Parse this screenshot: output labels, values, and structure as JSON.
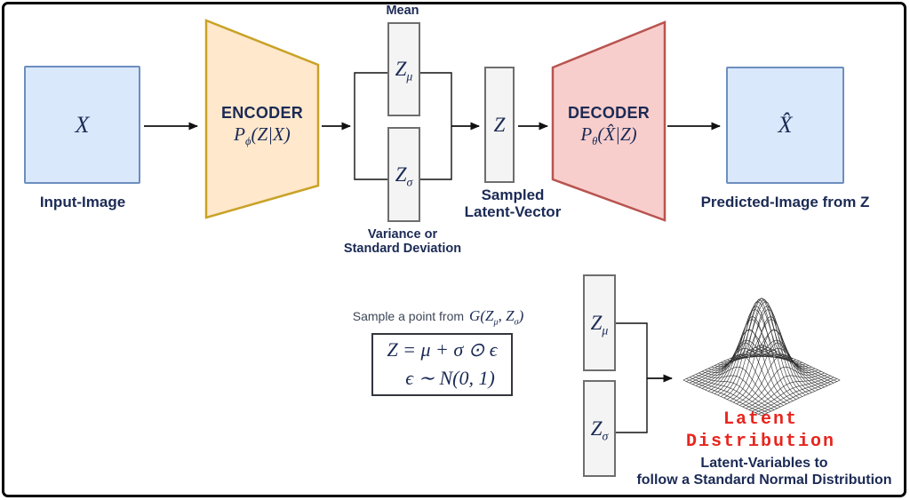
{
  "colors": {
    "page_bg": "#ffffff",
    "frame": "#000000",
    "text_navy": "#1b2a55",
    "text_slate": "#3d4757",
    "math_ink": "#1b2a55",
    "red_title": "#e8251d",
    "arrow": "#111111",
    "input_fill": "#dae8fc",
    "input_border": "#6c8ebf",
    "encoder_fill": "#ffe8cc",
    "encoder_border": "#c9a227",
    "decoder_fill": "#f8cecc",
    "decoder_border": "#b85450",
    "unit_fill": "#f4f4f4",
    "unit_border": "#6e6e6e",
    "mesh_stroke": "#2b2b2b",
    "formula_border": "#33363d"
  },
  "top_row": {
    "input": {
      "symbol": "X",
      "label": "Input-Image"
    },
    "encoder": {
      "title": "ENCODER",
      "formula_base": "P",
      "formula_sub": "ϕ",
      "formula_args": "(Z|X)"
    },
    "mean_unit": {
      "caption": "Mean",
      "symbol_base": "Z",
      "symbol_sub": "μ"
    },
    "variance_unit": {
      "caption_line1": "Variance or",
      "caption_line2": "Standard Deviation",
      "symbol_base": "Z",
      "symbol_sub": "σ"
    },
    "latent_vector": {
      "symbol": "Z",
      "caption_line1": "Sampled",
      "caption_line2": "Latent-Vector"
    },
    "decoder": {
      "title": "DECODER",
      "formula_base": "P",
      "formula_sub": "θ",
      "formula_args": "(X̂|Z)"
    },
    "output": {
      "symbol": "X̂",
      "label": "Predicted-Image from Z"
    }
  },
  "sampling": {
    "caption_prefix": "Sample a point from",
    "caption_math_base": "G(Z",
    "caption_math_sub1": "μ",
    "caption_math_mid": ", Z",
    "caption_math_sub2": "σ",
    "caption_math_close": ")",
    "equation_line1": "Z = μ + σ ⊙ ϵ",
    "equation_line2": "ϵ ∼ N(0, 1)",
    "mu_unit_base": "Z",
    "mu_unit_sub": "μ",
    "sigma_unit_base": "Z",
    "sigma_unit_sub": "σ"
  },
  "distribution": {
    "title_line1": "Latent",
    "title_line2": "Distribution",
    "caption_line1": "Latent-Variables to",
    "caption_line2": "follow a Standard Normal Distribution"
  }
}
